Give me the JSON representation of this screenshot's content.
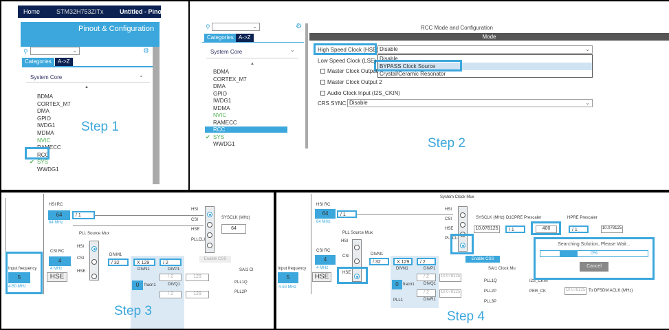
{
  "step1": {
    "breadcrumb": [
      "Home",
      "STM32H753ZITx",
      "Untitled - Pino"
    ],
    "header": "Pinout & Configuration",
    "tabs": [
      "Categories",
      "A->Z"
    ],
    "category": "System Core",
    "items": [
      {
        "label": "BDMA",
        "status": "normal"
      },
      {
        "label": "CORTEX_M7",
        "status": "normal"
      },
      {
        "label": "DMA",
        "status": "normal"
      },
      {
        "label": "GPIO",
        "status": "normal"
      },
      {
        "label": "IWDG1",
        "status": "normal"
      },
      {
        "label": "MDMA",
        "status": "normal"
      },
      {
        "label": "NVIC",
        "status": "green"
      },
      {
        "label": "RAMECC",
        "status": "normal"
      },
      {
        "label": "RCC",
        "status": "normal"
      },
      {
        "label": "SYS",
        "status": "checked"
      },
      {
        "label": "WWDG1",
        "status": "normal"
      }
    ],
    "step_label": "Step 1"
  },
  "step2": {
    "tabs": [
      "Categories",
      "A->Z"
    ],
    "category": "System Core",
    "items": [
      "BDMA",
      "CORTEX_M7",
      "DMA",
      "GPIO",
      "IWDG1",
      "MDMA",
      "NVIC",
      "RAMECC",
      "RCC",
      "SYS",
      "WWDG1"
    ],
    "title": "RCC Mode and Configuration",
    "mode_bar": "Mode",
    "hse_label": "High Speed Clock (HSE)",
    "hse_value": "Disable",
    "dropdown_options": [
      "Disable",
      "BYPASS Clock Source",
      "Crystal/Ceramic Resonator"
    ],
    "lse_label": "Low Speed Clock (LSE)",
    "mco1": "Master Clock Output",
    "mco2": "Master Clock Output 2",
    "audio": "Audio Clock Input (I2S_CKIN)",
    "crs_label": "CRS SYNC",
    "crs_value": "Disable",
    "step_label": "Step 2"
  },
  "step3": {
    "hsi_rc": "HSI RC",
    "hsi_val": "64",
    "hsi_div": "/ 1",
    "hsi_mhz": "64 MHz",
    "csi_rc": "CSI RC",
    "csi_val": "4",
    "csi_mhz": "4 MHz",
    "input_freq": "Input frequency",
    "input_val": "5",
    "input_range": "4-50 MHz",
    "hse": "HSE",
    "pll_mux": "PLL Source Mux",
    "mux_in": [
      "HSI",
      "CSI",
      "HSE"
    ],
    "divm1": "DIVM1",
    "divm_val": "/ 32",
    "divn_val": "X 129",
    "divn": "DIVN1",
    "divp_val": "/ 2",
    "divp": "DIVP1",
    "divq_val": "/ 2",
    "divq": "DIVQ1",
    "q_out": "129",
    "r_out": "129",
    "divr_val": "/ 2",
    "fracn": "0",
    "fracn_label": "fracn1",
    "sys_in": [
      "HSI",
      "CSI",
      "HSE",
      "PLLCLK"
    ],
    "sysclk_label": "SYSCLK (MHz)",
    "sysclk": "64",
    "enable_css": "Enable CSS",
    "sai": "SAI1 Cl",
    "pll1q": "PLL1Q",
    "pll2p": "PLL2P",
    "step_label": "Step 3"
  },
  "step4": {
    "sys_mux": "System Clock Mux",
    "hsi_rc": "HSI RC",
    "hsi_val": "64",
    "hsi_div": "/ 1",
    "hsi_mhz": "64 MHz",
    "csi_rc": "CSI RC",
    "csi_val": "4",
    "csi_mhz": "4 MHz",
    "input_freq": "Input frequency",
    "input_val": "5",
    "input_range": "4-50 MHz",
    "hse": "HSE",
    "pll_mux": "PLL Source Mux",
    "mux_in": [
      "HSI",
      "CSI",
      "HSE"
    ],
    "divm1": "DIVM1",
    "divm_val": "/ 32",
    "divn_val": "X 129",
    "divn": "DIVN1",
    "divp_val": "/ 2",
    "divp": "DIVP1",
    "divq_val": "/ 2",
    "divq": "DIVQ1",
    "divr_val": "/ 2",
    "divr": "DIVR1",
    "q_out": "10.078125",
    "r_out": "10.078125",
    "fracn": "0",
    "fracn_label": "fracn1",
    "pll1": "PLL1",
    "sys_in": [
      "HSI",
      "CSI",
      "HSE",
      "PLLCLK"
    ],
    "sysclk_label": "SYSCLK (MHz)",
    "sysclk": "10.078125",
    "d1cpre_label": "D1CPRE Prescaler",
    "d1cpre": "/ 1",
    "target": "400",
    "hpre_label": "HPRE Prescaler",
    "hpre": "/ 1",
    "hpre_out": "10.078125",
    "enable_css": "Enable CSS",
    "searching": "Searching Solution, Please Wait...",
    "progress_text": "0%",
    "progress": 0,
    "cancel": "Cancel",
    "sai": "SAI1 Clock Mu",
    "sai_in": [
      "PLL1Q",
      "PLL2P",
      "PLL3P"
    ],
    "i2s": "I2S_CKIN",
    "per": "PER_CK",
    "dfsdm_val": "10.078125",
    "dfsdm": "To DFSDM ACLK (MHz)",
    "step_label": "Step 4"
  },
  "colors": {
    "accent": "#3ba7dc",
    "navy": "#0b2252",
    "green": "#4caf50"
  }
}
